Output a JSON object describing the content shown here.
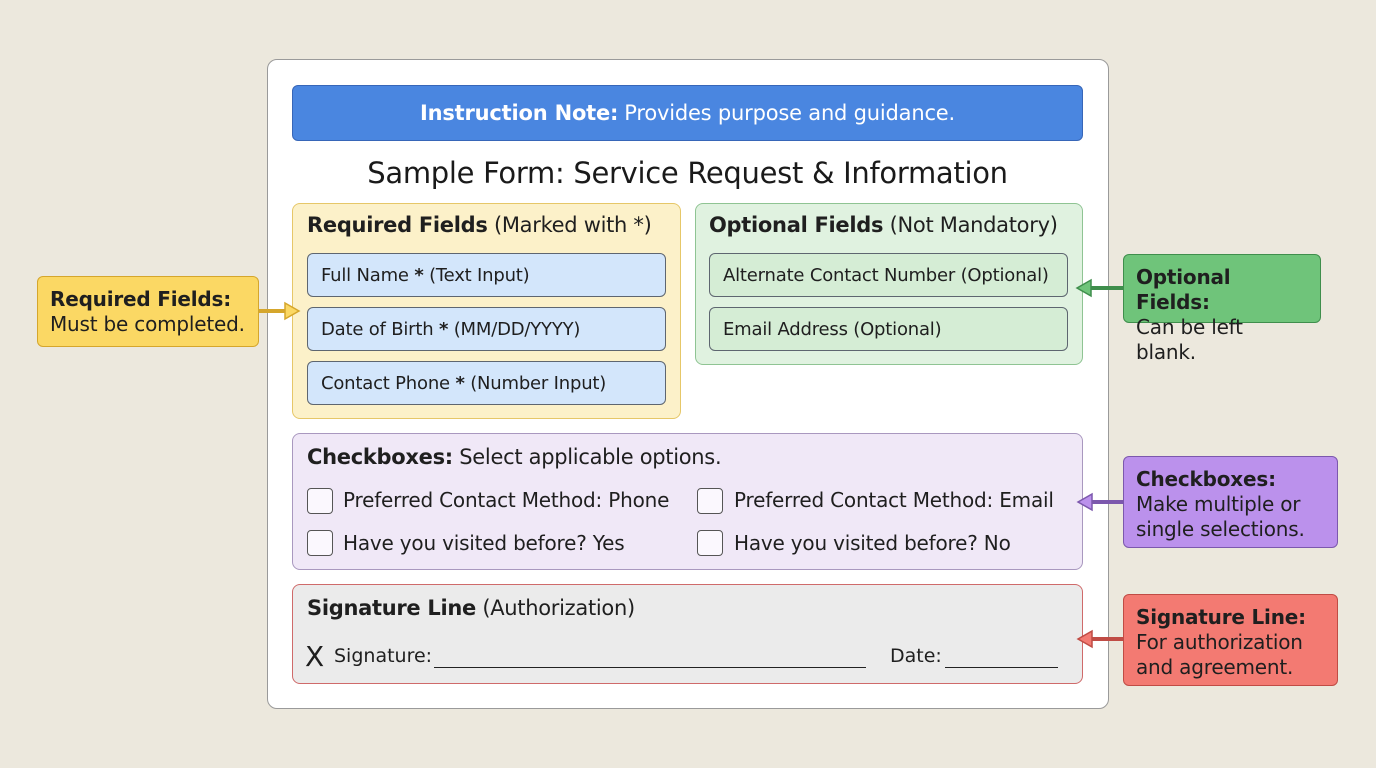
{
  "instruction": {
    "label": "Instruction Note:",
    "text": "Provides purpose and guidance."
  },
  "form_title": "Sample Form: Service Request & Information",
  "required_section": {
    "title_bold": "Required Fields",
    "title_rest": "(Marked with *)",
    "fields": [
      {
        "name": "Full Name",
        "marker": "*",
        "hint": "(Text Input)"
      },
      {
        "name": "Date of Birth",
        "marker": "*",
        "hint": "(MM/DD/YYYY)"
      },
      {
        "name": "Contact Phone",
        "marker": "*",
        "hint": "(Number Input)"
      }
    ]
  },
  "optional_section": {
    "title_bold": "Optional Fields",
    "title_rest": "(Not Mandatory)",
    "fields": [
      {
        "label": "Alternate Contact Number (Optional)"
      },
      {
        "label": "Email Address (Optional)"
      }
    ]
  },
  "checkbox_section": {
    "title_bold": "Checkboxes:",
    "title_rest": "Select applicable options.",
    "options": [
      {
        "label": "Preferred Contact Method: Phone",
        "checked": false
      },
      {
        "label": "Preferred Contact Method: Email",
        "checked": false
      },
      {
        "label": "Have you visited before? Yes",
        "checked": false
      },
      {
        "label": "Have you visited before? No",
        "checked": false
      }
    ]
  },
  "signature_section": {
    "title_bold": "Signature Line",
    "title_rest": "(Authorization)",
    "x_mark": "X",
    "signature_label": "Signature:",
    "date_label": "Date:"
  },
  "callouts": {
    "required": {
      "bold": "Required Fields:",
      "text": "Must be completed.",
      "color": "#fbd864"
    },
    "optional": {
      "bold": "Optional Fields:",
      "text": "Can be left blank.",
      "color": "#6fc47a"
    },
    "checkboxes": {
      "bold": "Checkboxes:",
      "text": "Make multiple or single selections.",
      "color": "#bb91ec"
    },
    "signature": {
      "bold": "Signature Line:",
      "text": "For authorization and agreement.",
      "color": "#f37a72"
    }
  }
}
